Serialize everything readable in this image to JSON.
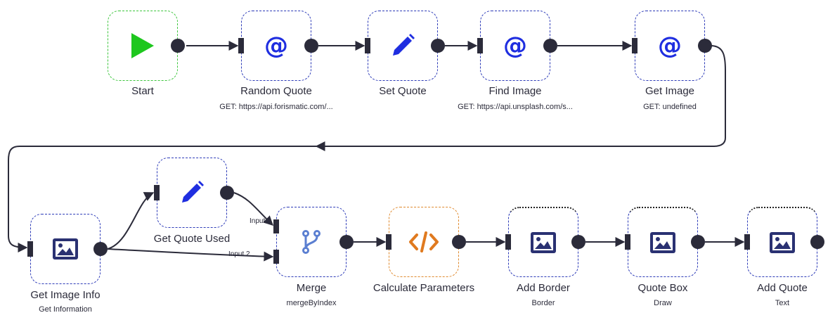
{
  "nodes": [
    {
      "id": "start",
      "label": "Start",
      "subtitle": "",
      "icon": "play-icon"
    },
    {
      "id": "random-quote",
      "label": "Random Quote",
      "subtitle": "GET: https://api.forismatic.com/...",
      "icon": "at-sign-icon"
    },
    {
      "id": "set-quote",
      "label": "Set Quote",
      "subtitle": "",
      "icon": "pencil-icon"
    },
    {
      "id": "find-image",
      "label": "Find Image",
      "subtitle": "GET: https://api.unsplash.com/s...",
      "icon": "at-sign-icon"
    },
    {
      "id": "get-image",
      "label": "Get Image",
      "subtitle": "GET: undefined",
      "icon": "at-sign-icon"
    },
    {
      "id": "get-image-info",
      "label": "Get Image Info",
      "subtitle": "Get Information",
      "icon": "image-icon"
    },
    {
      "id": "get-quote-used",
      "label": "Get Quote Used",
      "subtitle": "",
      "icon": "pencil-icon"
    },
    {
      "id": "merge",
      "label": "Merge",
      "subtitle": "mergeByIndex",
      "icon": "branch-icon"
    },
    {
      "id": "calculate-parameters",
      "label": "Calculate Parameters",
      "subtitle": "",
      "icon": "code-icon"
    },
    {
      "id": "add-border",
      "label": "Add Border",
      "subtitle": "Border",
      "icon": "image-icon"
    },
    {
      "id": "quote-box",
      "label": "Quote Box",
      "subtitle": "Draw",
      "icon": "image-icon"
    },
    {
      "id": "add-quote",
      "label": "Add Quote",
      "subtitle": "Text",
      "icon": "image-icon"
    }
  ],
  "merge_inputs": [
    "Input 1",
    "Input 2"
  ],
  "colors": {
    "node_border": "#2d3bb8",
    "start_border": "#3ec63e",
    "code_border": "#e08a2e",
    "icon_blue": "#1f2ee0",
    "icon_navy": "#2a3172",
    "icon_green": "#1ec71e",
    "icon_orange": "#e07a1f",
    "branch_blue": "#5b7fd1",
    "connector": "#2b2b3a"
  }
}
